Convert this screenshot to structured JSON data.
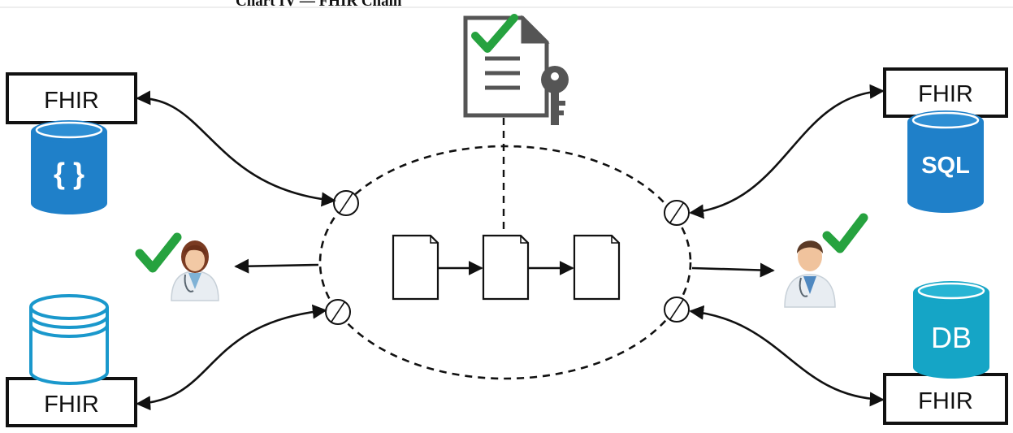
{
  "caption": "Chart IV — FHIR Chain",
  "fhir_boxes": {
    "top_left": "FHIR",
    "bottom_left": "FHIR",
    "top_right": "FHIR",
    "bottom_right": "FHIR"
  },
  "databases": {
    "json": "{ }",
    "sql": "SQL",
    "db": "DB"
  },
  "colors": {
    "db_blue": "#1f80c9",
    "db_teal": "#15a5c6",
    "check_green": "#26a23f",
    "line": "#111111"
  },
  "icons": [
    "document-key-icon",
    "check-icon",
    "doctor-icon",
    "database-icon",
    "block-icon",
    "node-icon"
  ]
}
